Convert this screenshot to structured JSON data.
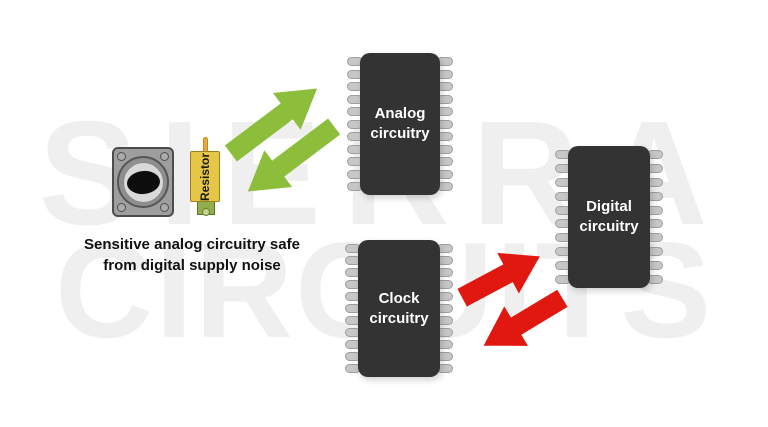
{
  "watermark": {
    "line1": "SIERRA",
    "line2": "CIRCUITS"
  },
  "caption": {
    "text": "Sensitive analog circuitry safe from digital supply noise"
  },
  "components": {
    "speaker": {
      "name": "analog-component"
    },
    "resistor": {
      "label": "Resistor"
    }
  },
  "chips": {
    "analog": {
      "label": "Analog circuitry"
    },
    "clock": {
      "label": "Clock circuitry"
    },
    "digital": {
      "label": "Digital circuitry"
    }
  },
  "colors": {
    "green_arrow": "#8CBE3C",
    "red_arrow": "#E0180F",
    "chip_body": "#333333",
    "resistor_body": "#E5C647",
    "watermark_gray": "#EFEFEF"
  }
}
